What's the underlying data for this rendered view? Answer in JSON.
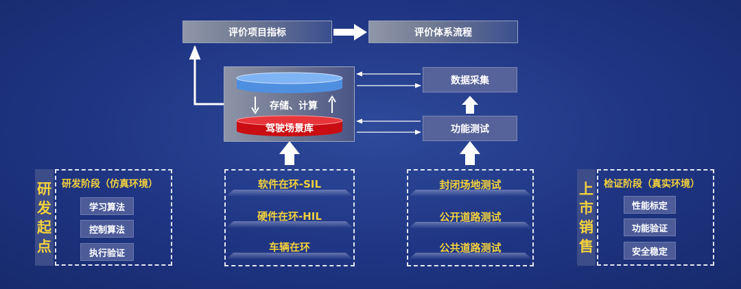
{
  "top": {
    "eval_items": "评价项目指标",
    "eval_flow": "评价体系流程"
  },
  "database": {
    "compute_label": "存储、计算",
    "library_label": "驾驶场景库"
  },
  "right_stack": {
    "data_collection": "数据采集",
    "function_test": "功能测试"
  },
  "left_panel": {
    "side_chars": [
      "研",
      "发",
      "起",
      "点"
    ],
    "title": "研发阶段（仿真环境）",
    "items": [
      "学习算法",
      "控制算法",
      "执行验证"
    ]
  },
  "sim_panel": {
    "items": [
      "软件在环-SIL",
      "硬件在环-HIL",
      "车辆在环"
    ]
  },
  "road_panel": {
    "items": [
      "封闭场地测试",
      "公开道路测试",
      "公共道路测试"
    ]
  },
  "right_panel": {
    "side_chars": [
      "上",
      "市",
      "销",
      "售"
    ],
    "title": "检证阶段（真实环境）",
    "items": [
      "性能标定",
      "功能验证",
      "安全稳定"
    ]
  },
  "colors": {
    "accent_yellow": "#f4d23c",
    "cylinder_blue": "#5b9be8",
    "cylinder_red": "#d40f14"
  }
}
